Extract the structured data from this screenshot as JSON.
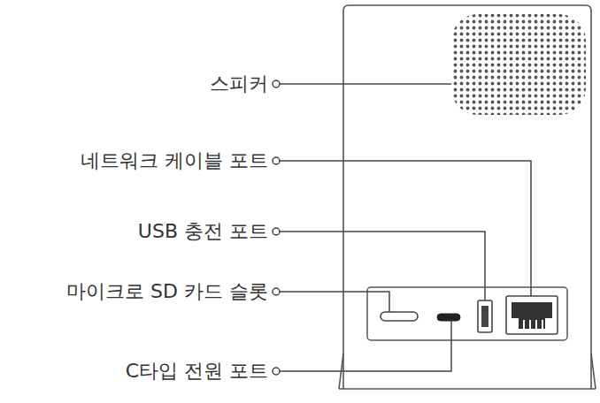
{
  "diagram": {
    "labels": [
      "스피커",
      "네트워크 케이블 포트",
      "USB 충전 포트",
      "마이크로 SD 카드 슬롯",
      "C타입 전원 포트"
    ]
  }
}
